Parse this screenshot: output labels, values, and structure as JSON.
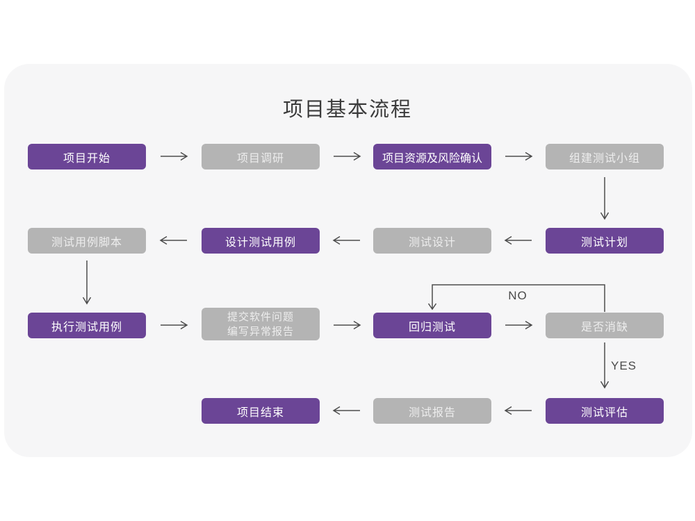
{
  "title": "项目基本流程",
  "colors": {
    "page_background": "#ffffff",
    "card_background": "#f6f6f7",
    "node_purple": "#6b4596",
    "node_gray": "#b4b4b4",
    "node_text_on_purple": "#ffffff",
    "node_text_on_gray": "#ededed",
    "arrow": "#4d4d4d",
    "title_text": "#3b3b3b",
    "edge_label_text": "#4a4a4a"
  },
  "nodes": [
    {
      "id": "project-start",
      "label": "项目开始",
      "variant": "purple",
      "row": 1,
      "col": 1
    },
    {
      "id": "project-research",
      "label": "项目调研",
      "variant": "gray",
      "row": 1,
      "col": 2
    },
    {
      "id": "resource-risk-confirm",
      "label": "项目资源及风险确认",
      "variant": "purple",
      "row": 1,
      "col": 3
    },
    {
      "id": "build-test-team",
      "label": "组建测试小组",
      "variant": "gray",
      "row": 1,
      "col": 4
    },
    {
      "id": "test-plan",
      "label": "测试计划",
      "variant": "purple",
      "row": 2,
      "col": 4
    },
    {
      "id": "test-design",
      "label": "测试设计",
      "variant": "gray",
      "row": 2,
      "col": 3
    },
    {
      "id": "design-test-cases",
      "label": "设计测试用例",
      "variant": "purple",
      "row": 2,
      "col": 2
    },
    {
      "id": "test-case-script",
      "label": "测试用例脚本",
      "variant": "gray",
      "row": 2,
      "col": 1
    },
    {
      "id": "execute-test-cases",
      "label": "执行测试用例",
      "variant": "purple",
      "row": 3,
      "col": 1
    },
    {
      "id": "submit-issue-report",
      "label": "提交软件问题 编写异常报告",
      "lines": [
        "提交软件问题",
        "编写异常报告"
      ],
      "variant": "gray",
      "row": 3,
      "col": 2
    },
    {
      "id": "regression-test",
      "label": "回归测试",
      "variant": "purple",
      "row": 3,
      "col": 3
    },
    {
      "id": "defect-cleared",
      "label": "是否消缺",
      "variant": "gray",
      "row": 3,
      "col": 4
    },
    {
      "id": "test-evaluation",
      "label": "测试评估",
      "variant": "purple",
      "row": 4,
      "col": 4
    },
    {
      "id": "test-report",
      "label": "测试报告",
      "variant": "gray",
      "row": 4,
      "col": 3
    },
    {
      "id": "project-end",
      "label": "项目结束",
      "variant": "purple",
      "row": 4,
      "col": 2
    }
  ],
  "edge_labels": {
    "no": "NO",
    "yes": "YES"
  },
  "edges": [
    {
      "from": "project-start",
      "to": "project-research"
    },
    {
      "from": "project-research",
      "to": "resource-risk-confirm"
    },
    {
      "from": "resource-risk-confirm",
      "to": "build-test-team"
    },
    {
      "from": "build-test-team",
      "to": "test-plan"
    },
    {
      "from": "test-plan",
      "to": "test-design"
    },
    {
      "from": "test-design",
      "to": "design-test-cases"
    },
    {
      "from": "design-test-cases",
      "to": "test-case-script"
    },
    {
      "from": "test-case-script",
      "to": "execute-test-cases"
    },
    {
      "from": "execute-test-cases",
      "to": "submit-issue-report"
    },
    {
      "from": "submit-issue-report",
      "to": "regression-test"
    },
    {
      "from": "regression-test",
      "to": "defect-cleared"
    },
    {
      "from": "defect-cleared",
      "to": "regression-test",
      "label": "NO"
    },
    {
      "from": "defect-cleared",
      "to": "test-evaluation",
      "label": "YES"
    },
    {
      "from": "test-evaluation",
      "to": "test-report"
    },
    {
      "from": "test-report",
      "to": "project-end"
    }
  ]
}
